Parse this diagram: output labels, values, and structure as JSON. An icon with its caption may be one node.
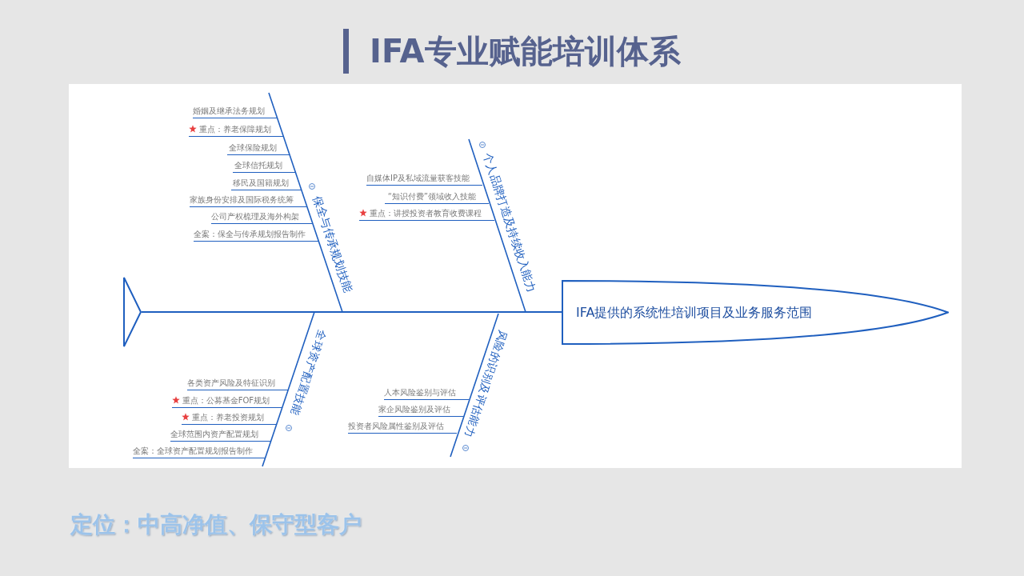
{
  "diagram": {
    "title": "IFA专业赋能培训体系",
    "nodes": [
      {
        "text": [],
        "shape": "triangle"
      },
      {
        "text": [
          "IFA提供的系统性培训项目及业务服务范围"
        ]
      },
      {
        "text": [
          "保全与传承规划技能"
        ]
      },
      {
        "text": [
          "婚姻及继承法务规划"
        ]
      },
      {
        "text": [
          "重点：养老保障规划"
        ]
      },
      {
        "text": [
          "全球保险规划"
        ]
      },
      {
        "text": [
          "全球信托规划"
        ]
      },
      {
        "text": [
          "移民及国籍规划"
        ]
      },
      {
        "text": [
          "家族身份安排及国际税务统筹"
        ]
      },
      {
        "text": [
          "公司产权梳理及海外构架"
        ]
      },
      {
        "text": [
          "全案：保全与传承规划报告制作"
        ]
      },
      {
        "text": [
          "个人品牌打造及持续收入能力"
        ]
      },
      {
        "text": [
          "自媒体IP及私域流量获客技能"
        ]
      },
      {
        "text": [
          "“知识付费”领域收入技能"
        ]
      },
      {
        "text": [
          "重点：讲授投资者教育收费课程"
        ]
      },
      {
        "text": [
          "全球资产配置技能"
        ]
      },
      {
        "text": [
          "各类资产风险及特征识别"
        ]
      },
      {
        "text": [
          "重点：公募基金FOF规划"
        ]
      },
      {
        "text": [
          "重点：养老投资规划"
        ]
      },
      {
        "text": [
          "全球范围内资产配置规划"
        ]
      },
      {
        "text": [
          "全案：全球资产配置规划报告制作"
        ]
      },
      {
        "text": [
          "风险的识别及评估能力"
        ]
      },
      {
        "text": [
          "人本风险鉴别与评估"
        ]
      },
      {
        "text": [
          "家企风险鉴别及评估"
        ]
      },
      {
        "text": [
          "投资者风险属性鉴别及评估"
        ]
      }
    ],
    "edges": [
      {
        "from": 0,
        "to": 1,
        "arrow": "none"
      },
      {
        "from": 3,
        "to": 2,
        "arrow": "none"
      },
      {
        "from": 4,
        "to": 2,
        "arrow": "none"
      },
      {
        "from": 5,
        "to": 2,
        "arrow": "none"
      },
      {
        "from": 6,
        "to": 2,
        "arrow": "none"
      },
      {
        "from": 7,
        "to": 2,
        "arrow": "none"
      },
      {
        "from": 8,
        "to": 2,
        "arrow": "none"
      },
      {
        "from": 9,
        "to": 2,
        "arrow": "none"
      },
      {
        "from": 10,
        "to": 2,
        "arrow": "none"
      },
      {
        "from": 12,
        "to": 11,
        "arrow": "none"
      },
      {
        "from": 13,
        "to": 11,
        "arrow": "none"
      },
      {
        "from": 14,
        "to": 11,
        "arrow": "none"
      },
      {
        "from": 16,
        "to": 15,
        "arrow": "none"
      },
      {
        "from": 17,
        "to": 15,
        "arrow": "none"
      },
      {
        "from": 18,
        "to": 15,
        "arrow": "none"
      },
      {
        "from": 19,
        "to": 15,
        "arrow": "none"
      },
      {
        "from": 20,
        "to": 15,
        "arrow": "none"
      },
      {
        "from": 22,
        "to": 21,
        "arrow": "none"
      },
      {
        "from": 23,
        "to": 21,
        "arrow": "none"
      },
      {
        "from": 24,
        "to": 21,
        "arrow": "none"
      }
    ],
    "labels": [
      "定位：中高净值、保守型客户"
    ]
  }
}
